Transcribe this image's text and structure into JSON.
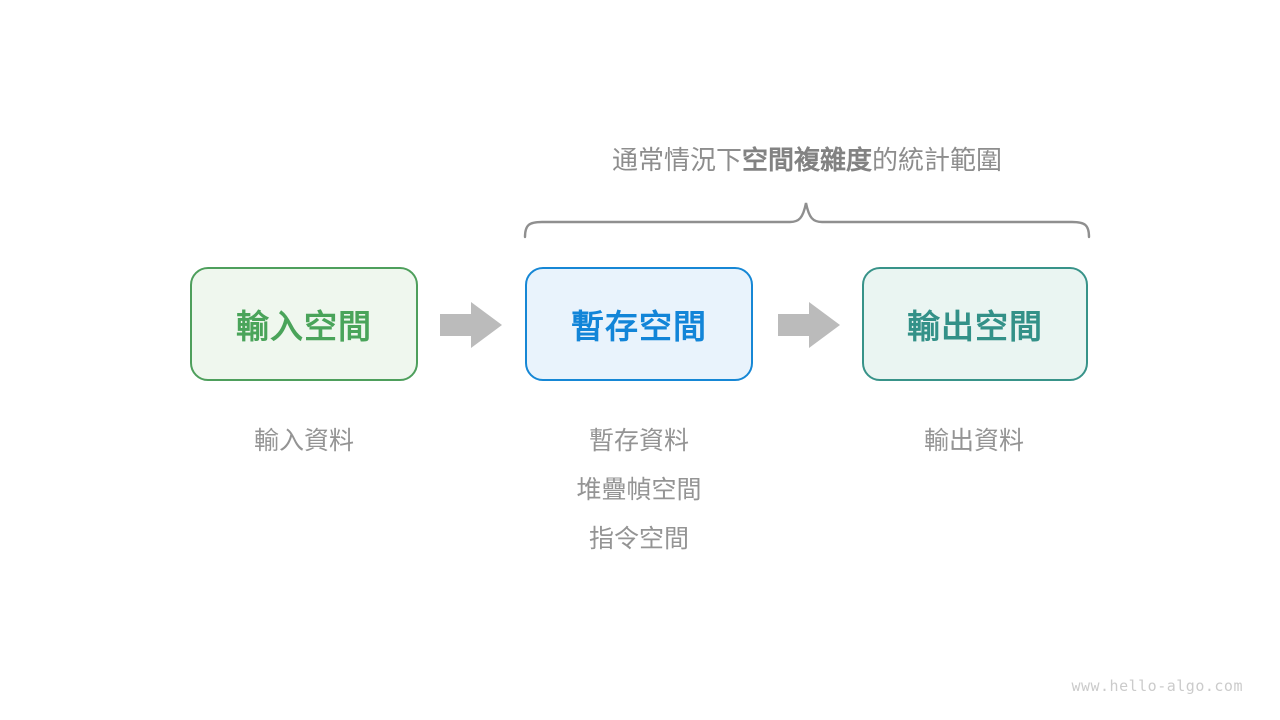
{
  "title": {
    "prefix": "通常情況下",
    "bold": "空間複雜度",
    "suffix": "的統計範圍"
  },
  "boxes": [
    {
      "id": "input-space",
      "label": "輸入空間",
      "border_color": "#4e9f5c",
      "fill_color": "#eff7ee",
      "text_color": "#4aa45a"
    },
    {
      "id": "temp-space",
      "label": "暫存空間",
      "border_color": "#1687d5",
      "fill_color": "#e9f3fc",
      "text_color": "#1285d8"
    },
    {
      "id": "output-space",
      "label": "輸出空間",
      "border_color": "#389389",
      "fill_color": "#eaf5f2",
      "text_color": "#339188"
    }
  ],
  "sub_labels": {
    "input": "輸入資料",
    "temp": [
      "暫存資料",
      "堆疊幀空間",
      "指令空間"
    ],
    "output": "輸出資料"
  },
  "annotation": {
    "brace_color": "#8f8f8f",
    "arrow_color": "#bbbbbb",
    "title_color": "#8d8d8d",
    "label_color": "#949494"
  },
  "watermark": "www.hello-algo.com"
}
